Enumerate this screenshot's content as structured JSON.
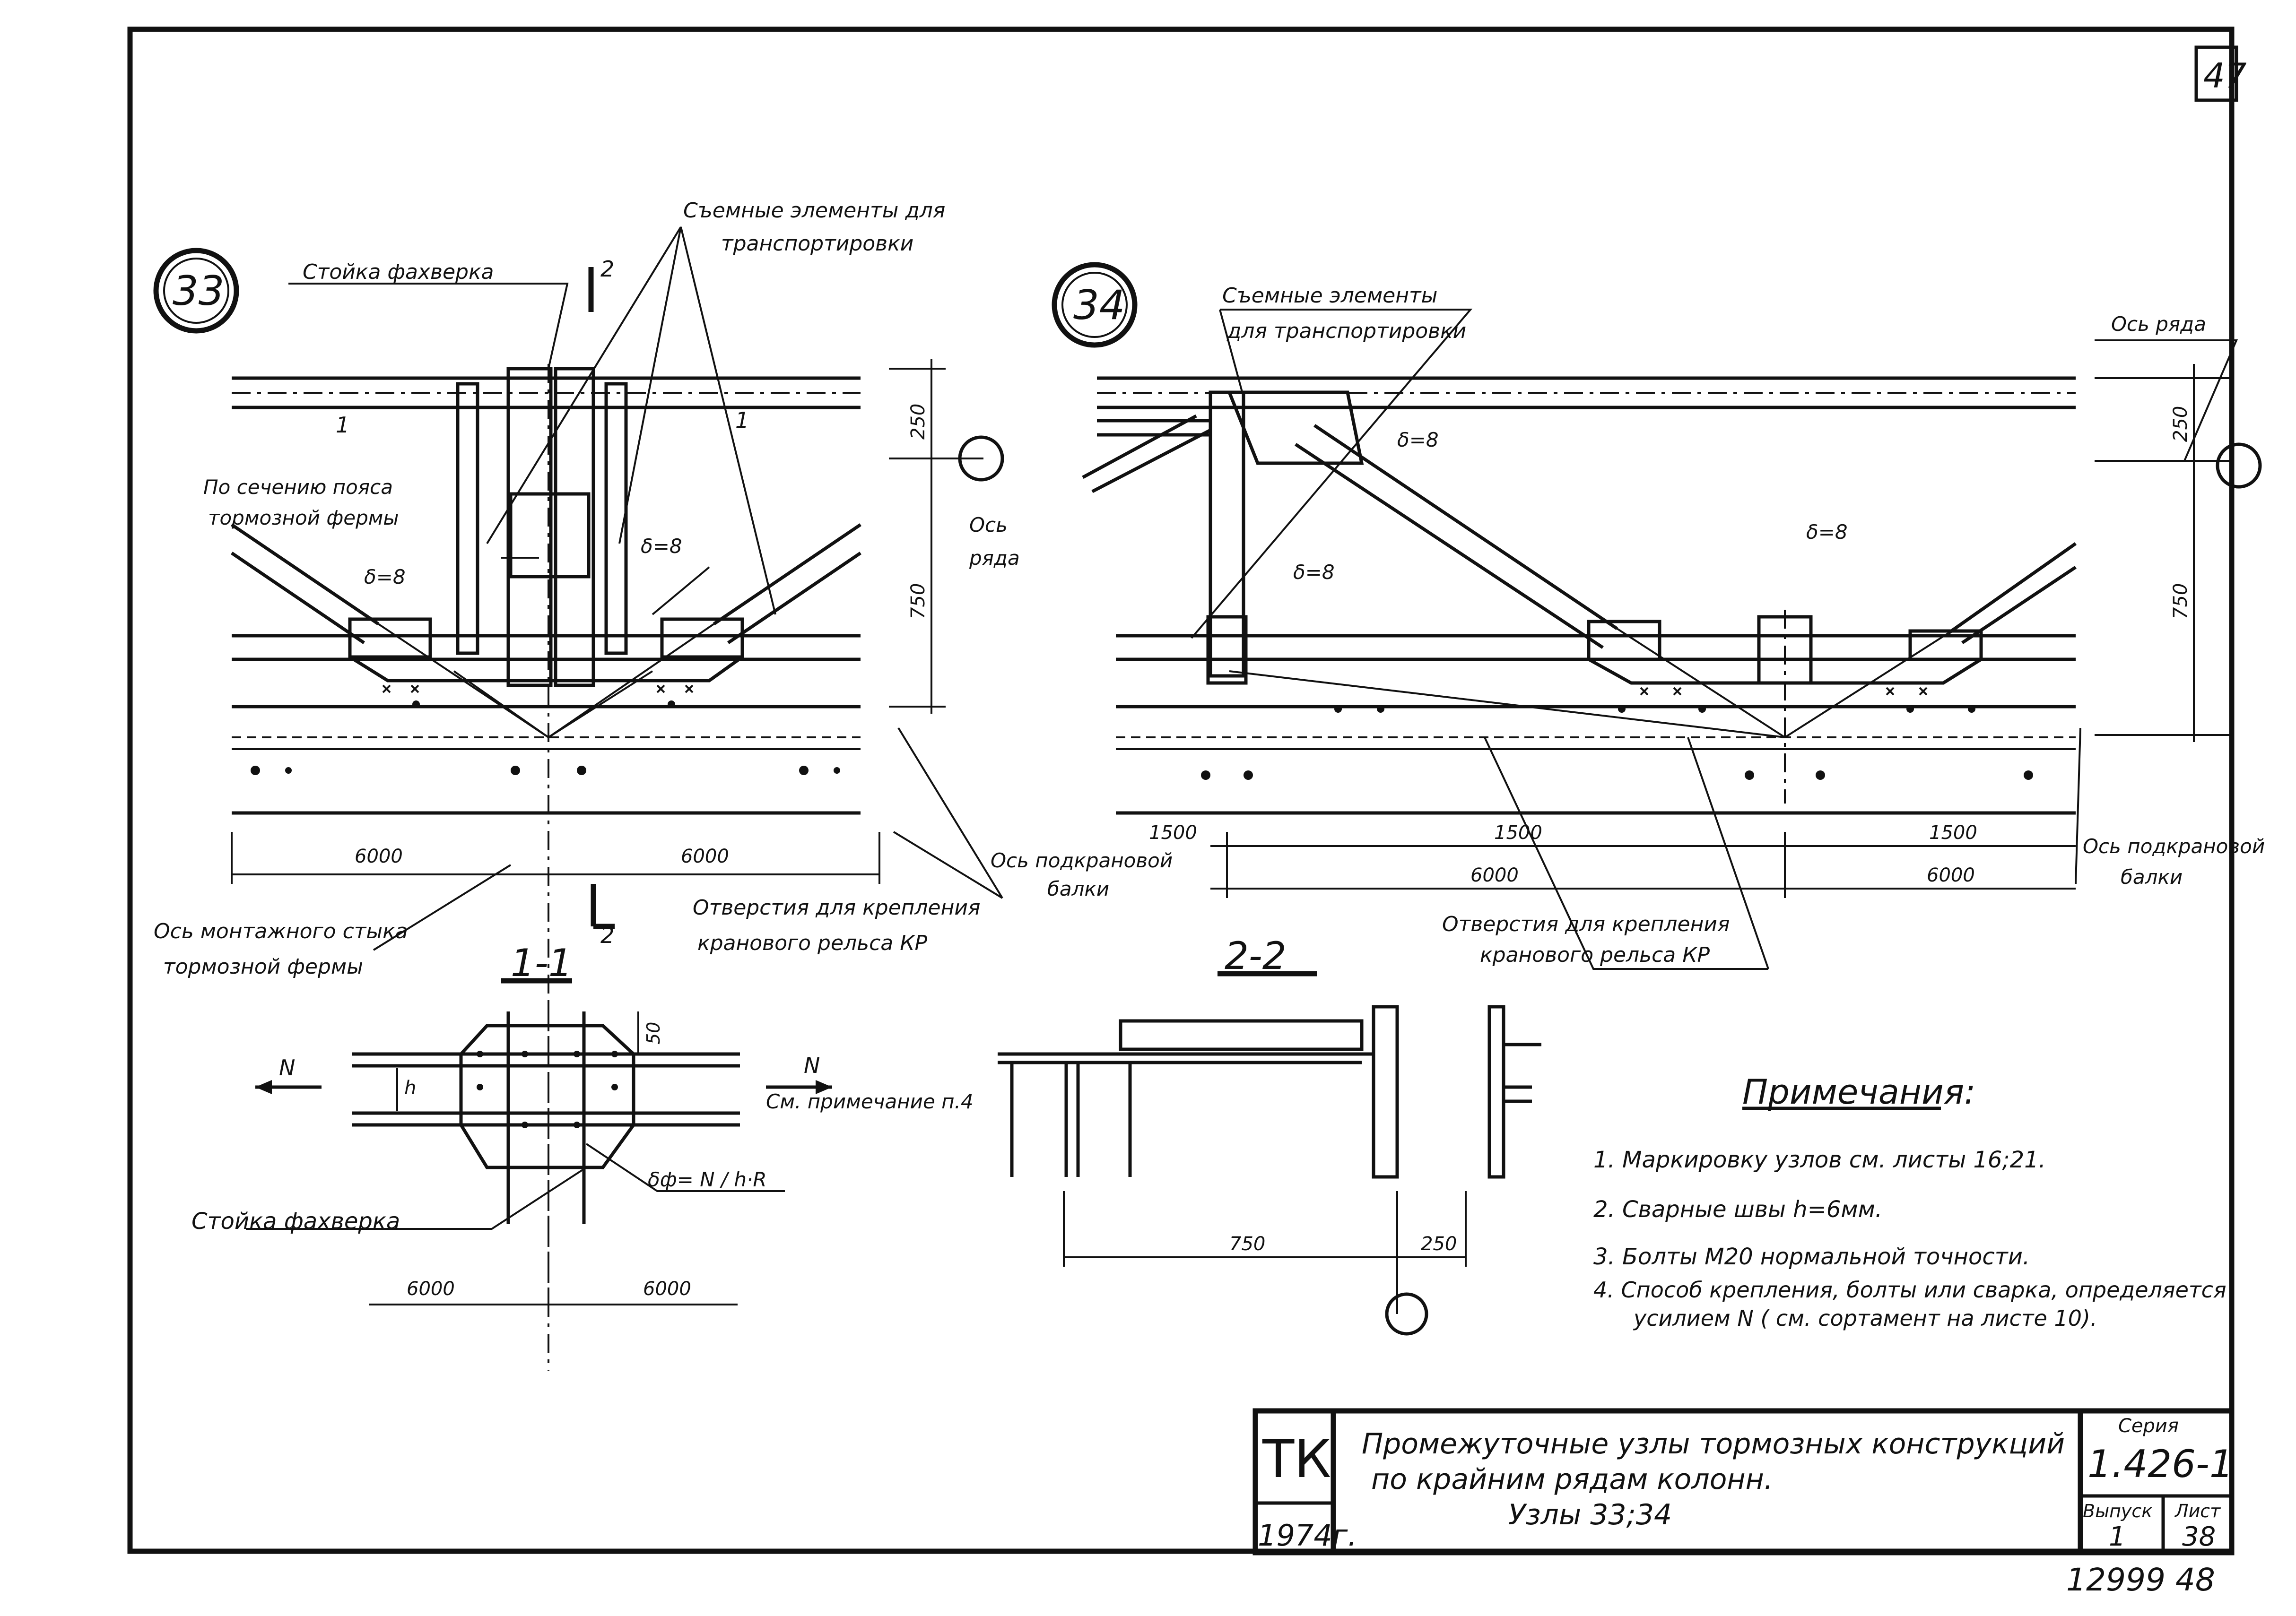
{
  "sheet_number": "47",
  "node_33": {
    "label": "33",
    "stoyka": "Стойка фахверка",
    "section_2_top": "2",
    "removable": [
      "Съемные элементы для",
      "транспортировки"
    ],
    "section_1_left": "1",
    "section_1_right": "1",
    "po_secheniyu": [
      "По сечению пояса",
      "тормозной фермы"
    ],
    "delta_left": "δ=8",
    "delta_right": "δ=8",
    "os_ryada": [
      "Ось",
      "ряда"
    ],
    "dim_250": "250",
    "dim_750": "750",
    "dim_6000_left": "6000",
    "dim_6000_right": "6000",
    "os_montazh": [
      "Ось монтажного стыка",
      "тормозной фермы"
    ],
    "section_2_bottom": "2",
    "otverstiya": [
      "Отверстия для крепления",
      "кранового рельса КР"
    ],
    "os_podkran": [
      "Ось подкрановой",
      "балки"
    ]
  },
  "node_34": {
    "label": "34",
    "removable": [
      "Съемные элементы",
      "для транспортировки"
    ],
    "os_ryada": "Ось ряда",
    "delta_top": "δ=8",
    "delta_mid": "δ=8",
    "delta_left": "δ=8",
    "dim_250": "250",
    "dim_750": "750",
    "dim_1500_a": "1500",
    "dim_1500_b": "1500",
    "dim_1500_c": "1500",
    "dim_6000_left": "6000",
    "dim_6000_right": "6000",
    "os_podkran": [
      "Ось подкрановой",
      "балки"
    ],
    "otverstiya": [
      "Отверстия для крепления",
      "кранового рельса КР"
    ]
  },
  "section_1_1": {
    "title": "1-1",
    "n_left": "N",
    "n_right": "N",
    "note_ref": "См. примечание п.4",
    "dim_50": "50",
    "h": "h",
    "delta_formula": "δф= N / h·R",
    "stoyka": "Стойка фахверка",
    "dim_6000_left": "6000",
    "dim_6000_right": "6000"
  },
  "section_2_2": {
    "title": "2-2",
    "dim_750": "750",
    "dim_250": "250"
  },
  "notes": {
    "title": "Примечания:",
    "items": [
      "1. Маркировку узлов см. листы 16;21.",
      "2. Сварные швы h=6мм.",
      "3. Болты М20 нормальной точности.",
      "4. Способ крепления, болты или сварка, определяется",
      "усилием N ( см. сортамент на листе 10)."
    ]
  },
  "title_block": {
    "org": "ТК",
    "year": "1974г.",
    "title_lines": [
      "Промежуточные узлы тормозных конструкций",
      "по крайним рядам колонн.",
      "Узлы 33;34"
    ],
    "series_label": "Серия",
    "series_value": "1.426-1",
    "issue_label": "Выпуск",
    "issue_value": "1",
    "sheet_label": "Лист",
    "sheet_value": "38"
  },
  "archive_number": "12999 48"
}
